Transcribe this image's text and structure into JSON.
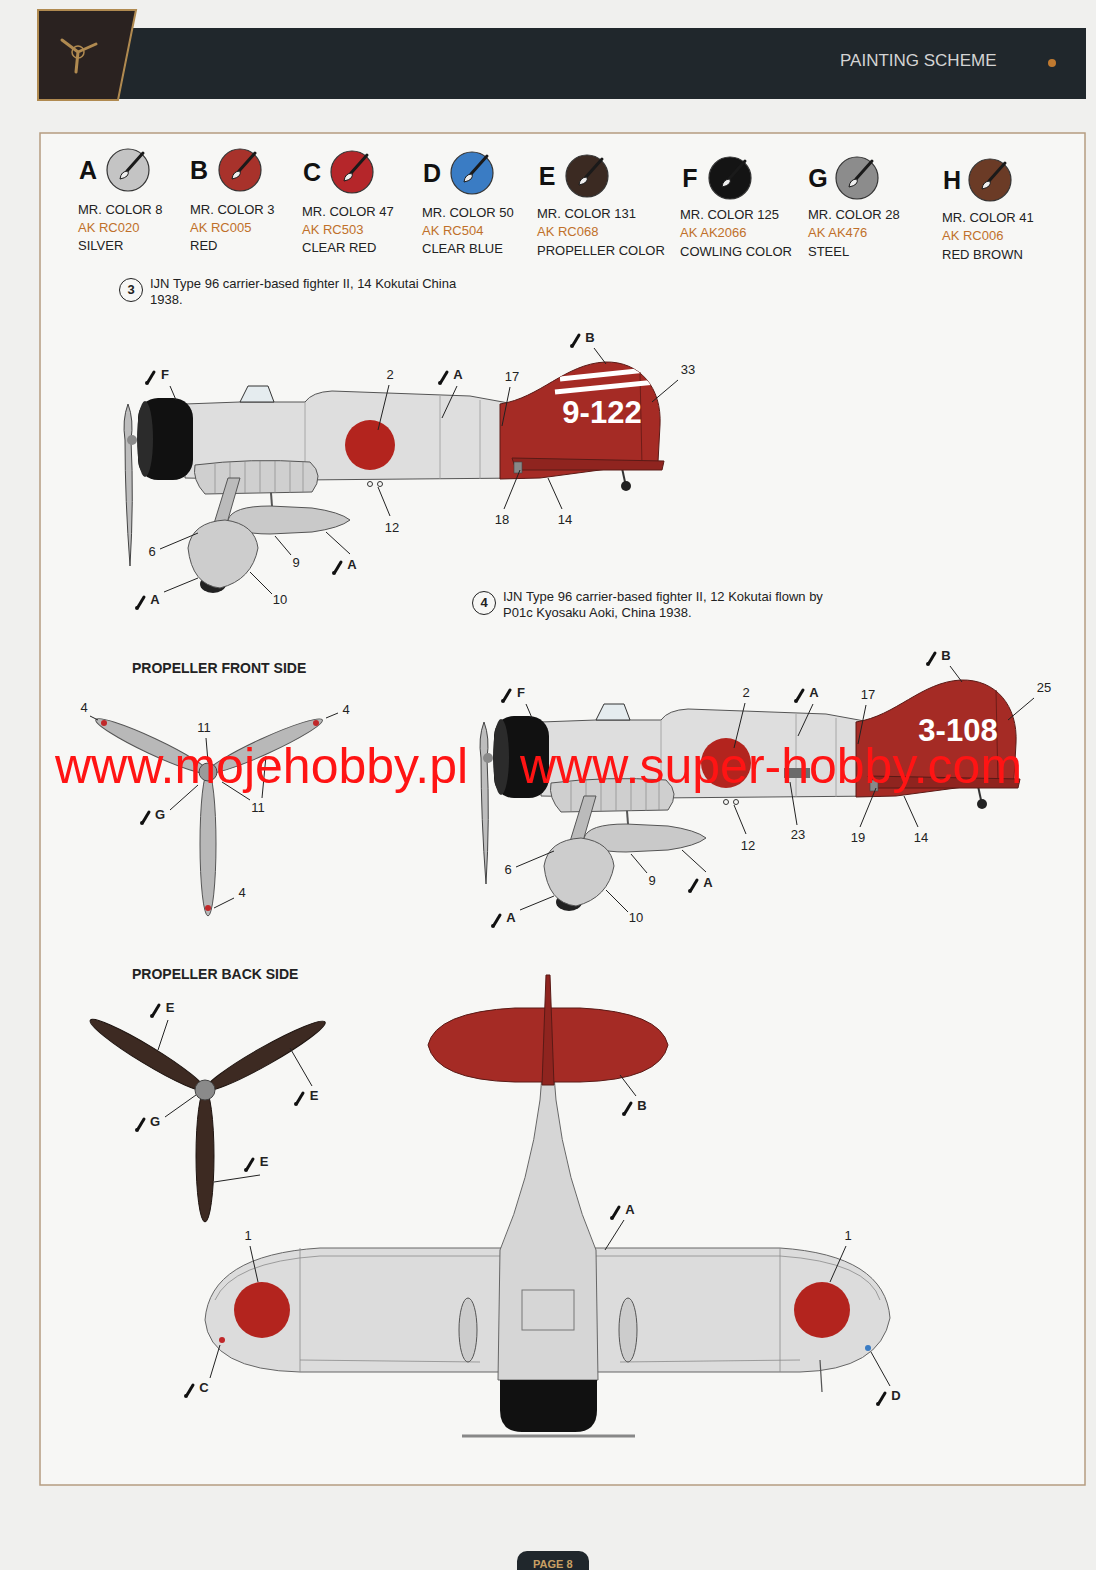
{
  "diagram": {
    "title": "PAINTING SCHEME",
    "nodes": [
      {
        "text": [
          "3",
          "IJN Type 96 carrier-based fighter II, 14 Kokutai China 1938."
        ]
      },
      {
        "text": [
          "4",
          "IJN Type 96 carrier-based fighter II, 12 Kokutai flown by P01c Kyosaku Aoki, China 1938."
        ]
      },
      {
        "text": [
          "PAGE 8"
        ]
      }
    ],
    "labels": [
      "A",
      "MR. COLOR 8",
      "AK RC020",
      "B",
      "MR. COLOR 3",
      "AK RC005",
      "C",
      "MR. COLOR 47",
      "AK RC503",
      "D",
      "MR. COLOR 50",
      "AK RC504",
      "E",
      "MR. COLOR 131",
      "AK RC068",
      "F",
      "MR. COLOR 125",
      "AK AK2066",
      "G",
      "MR. COLOR 28",
      "AK AK476",
      "H",
      "MR. COLOR 41",
      "AK RC006",
      "F",
      "2",
      "A",
      "B",
      "17",
      "33",
      "9-122",
      "12",
      "18",
      "14",
      "6",
      "9",
      "10",
      "A",
      "A",
      "B",
      "25",
      "F",
      "2",
      "A",
      "17",
      "3-108",
      "12",
      "23",
      "19",
      "14",
      "6",
      "9",
      "10",
      "A",
      "A",
      "PROPELLER FRONT SIDE",
      "11",
      "11",
      "4",
      "4",
      "G",
      "4",
      "PROPELLER BACK SIDE",
      "E",
      "E",
      "G",
      "E",
      "1",
      "1",
      "A",
      "B",
      "C",
      "D",
      "www.mojehobby.pl",
      "www.super-hobby.com"
    ],
    "legend": [
      {
        "text": "SILVER",
        "color": "#c4c4c4"
      },
      {
        "text": "RED",
        "color": "#a8322b"
      },
      {
        "text": "CLEAR RED",
        "color": "#b5262a"
      },
      {
        "text": "CLEAR BLUE",
        "color": "#3a7cc4"
      },
      {
        "text": "PROPELLER COLOR",
        "color": "#3b2a22"
      },
      {
        "text": "COWLING COLOR",
        "color": "#141414"
      },
      {
        "text": "STEEL",
        "color": "#8c8c8c"
      },
      {
        "text": "RED BROWN",
        "color": "#6b3b26"
      }
    ]
  }
}
